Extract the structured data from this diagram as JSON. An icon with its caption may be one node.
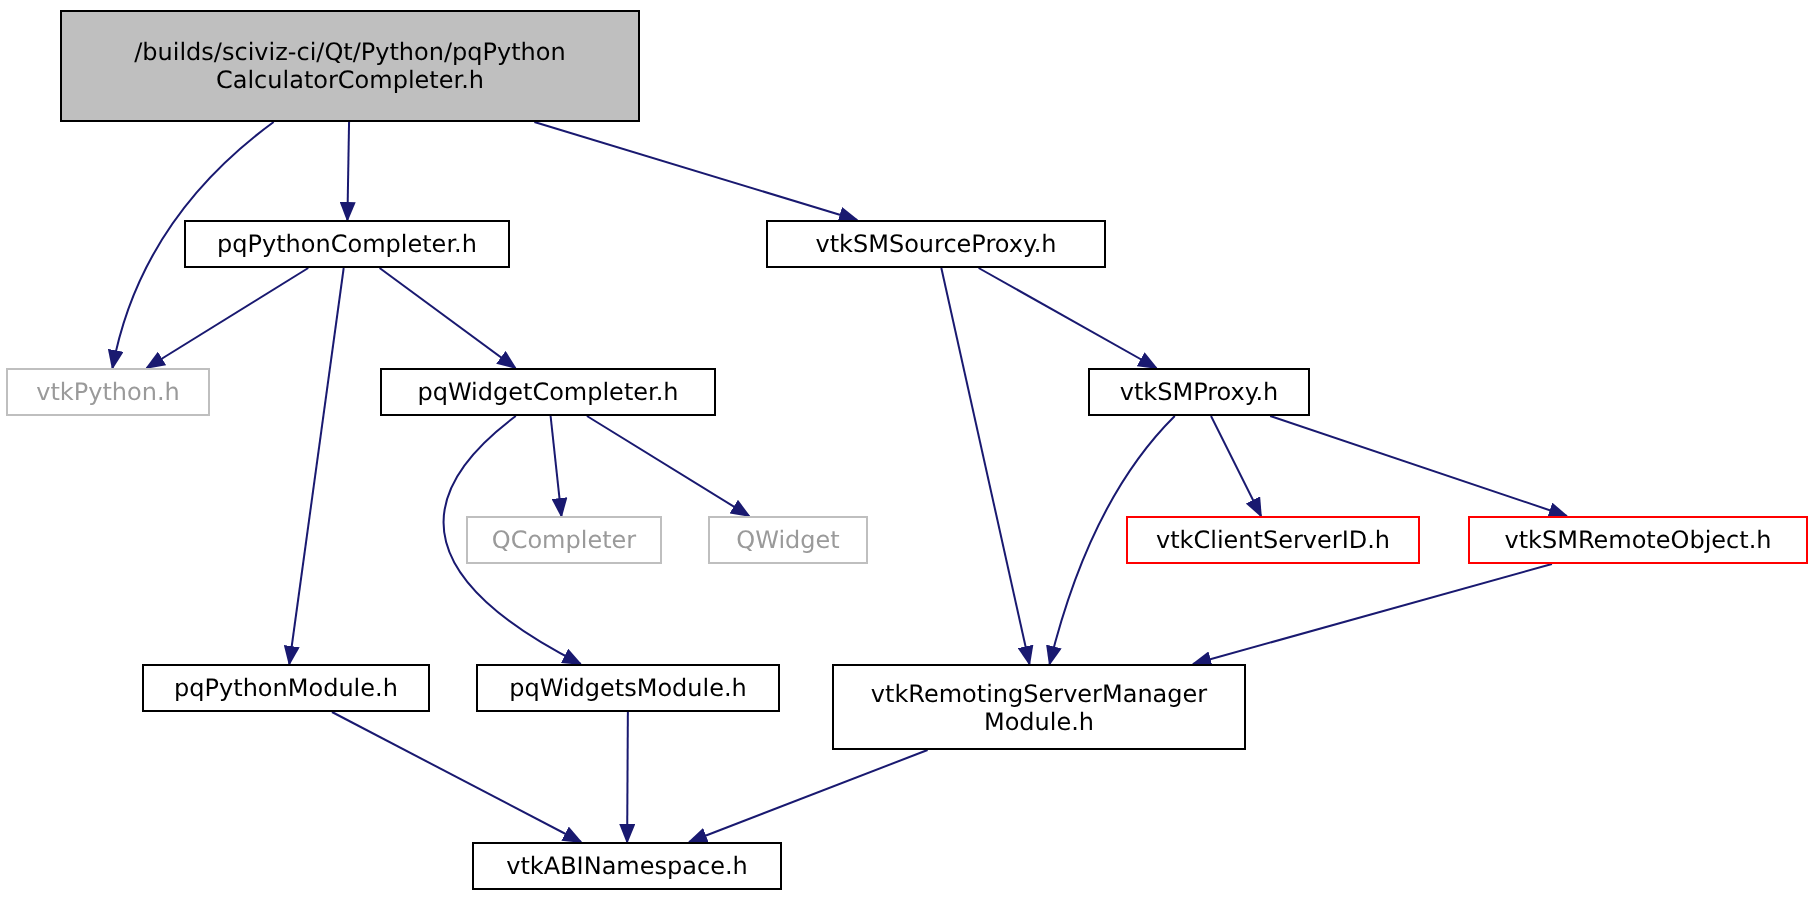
{
  "diagram": {
    "nodes": [
      {
        "text": [
          "/builds/sciviz-ci/Qt/Python/pqPython CalculatorCompleter.h"
        ]
      },
      {
        "text": [
          "vtkPython.h"
        ]
      },
      {
        "text": [
          "pqPythonCompleter.h"
        ]
      },
      {
        "text": [
          "vtkSMSourceProxy.h"
        ]
      },
      {
        "text": [
          "pqWidgetCompleter.h"
        ]
      },
      {
        "text": [
          "vtkSMProxy.h"
        ]
      },
      {
        "text": [
          "QCompleter"
        ]
      },
      {
        "text": [
          "QWidget"
        ]
      },
      {
        "text": [
          "vtkClientServerID.h"
        ]
      },
      {
        "text": [
          "vtkSMRemoteObject.h"
        ]
      },
      {
        "text": [
          "pqPythonModule.h"
        ]
      },
      {
        "text": [
          "pqWidgetsModule.h"
        ]
      },
      {
        "text": [
          "vtkRemotingServerManager Module.h"
        ]
      },
      {
        "text": [
          "vtkABINamespace.h"
        ]
      }
    ],
    "edges": [
      {
        "from": 0,
        "to": 1,
        "arrow": "to"
      },
      {
        "from": 0,
        "to": 2,
        "arrow": "to"
      },
      {
        "from": 0,
        "to": 3,
        "arrow": "to"
      },
      {
        "from": 2,
        "to": 1,
        "arrow": "to"
      },
      {
        "from": 2,
        "to": 4,
        "arrow": "to"
      },
      {
        "from": 2,
        "to": 10,
        "arrow": "to"
      },
      {
        "from": 3,
        "to": 12,
        "arrow": "to"
      },
      {
        "from": 3,
        "to": 5,
        "arrow": "to"
      },
      {
        "from": 4,
        "to": 6,
        "arrow": "to"
      },
      {
        "from": 4,
        "to": 7,
        "arrow": "to"
      },
      {
        "from": 4,
        "to": 11,
        "arrow": "to"
      },
      {
        "from": 5,
        "to": 12,
        "arrow": "to"
      },
      {
        "from": 5,
        "to": 8,
        "arrow": "to"
      },
      {
        "from": 5,
        "to": 9,
        "arrow": "to"
      },
      {
        "from": 9,
        "to": 12,
        "arrow": "to"
      },
      {
        "from": 10,
        "to": 13,
        "arrow": "to"
      },
      {
        "from": 11,
        "to": 13,
        "arrow": "to"
      },
      {
        "from": 12,
        "to": 13,
        "arrow": "to"
      }
    ]
  }
}
